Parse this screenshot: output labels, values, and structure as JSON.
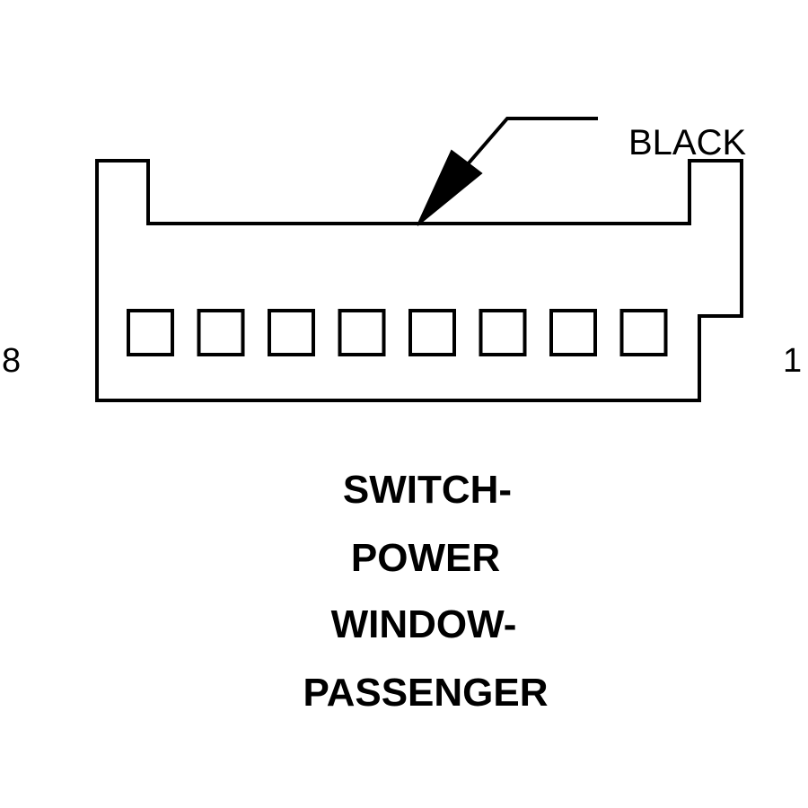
{
  "connector": {
    "wire_color_label": "BLACK",
    "pin_count": 8,
    "pin_left_label": "8",
    "pin_right_label": "1"
  },
  "title_lines": [
    "SWITCH-",
    "POWER",
    "WINDOW-",
    "PASSENGER"
  ],
  "colors": {
    "line": "#000000",
    "background": "#ffffff"
  }
}
